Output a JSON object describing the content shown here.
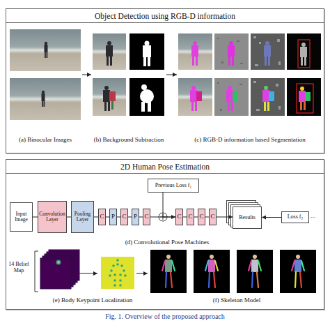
{
  "diagram": {
    "caption": "Fig. 1. Overview of the proposed approach",
    "nodes": [
      {
        "text": [
          "Object Detection using RGB-D information"
        ]
      },
      {
        "text": [
          "(a) Binocular Images"
        ],
        "in": 0
      },
      {
        "text": [
          "(b) Background Subtraction"
        ],
        "in": 0
      },
      {
        "text": [
          "(c) RGB-D information based Segmentation"
        ],
        "in": 0
      },
      {
        "text": [
          "2D Human Pose Estimation"
        ]
      },
      {
        "text": [
          "Input Image"
        ],
        "in": 4
      },
      {
        "text": [
          "Convolution Layer"
        ],
        "in": 4
      },
      {
        "text": [
          "Pooling Layer"
        ],
        "in": 4
      },
      {
        "text": [
          "C"
        ],
        "in": 4
      },
      {
        "text": [
          "P"
        ],
        "in": 4
      },
      {
        "text": [
          "C"
        ],
        "in": 4
      },
      {
        "text": [
          "P"
        ],
        "in": 4
      },
      {
        "text": [
          "C"
        ],
        "in": 4
      },
      {
        "text": [
          "Previous Loss f₁"
        ],
        "in": 4
      },
      {
        "text": [
          "C"
        ],
        "in": 4
      },
      {
        "text": [
          "C"
        ],
        "in": 4
      },
      {
        "text": [
          "C"
        ],
        "in": 4
      },
      {
        "text": [
          "C"
        ],
        "in": 4
      },
      {
        "text": [
          "Results"
        ],
        "in": 4
      },
      {
        "text": [
          "Loss f₂"
        ],
        "in": 4
      }
    ],
    "edges": [
      {
        "from": 1,
        "to": 2,
        "arrow": "to"
      },
      {
        "from": 2,
        "to": 3,
        "arrow": "to"
      },
      {
        "from": 5,
        "to": 6,
        "arrow": "none"
      },
      {
        "from": 6,
        "to": 7,
        "arrow": "none"
      },
      {
        "from": 7,
        "to": 8,
        "arrow": "none"
      },
      {
        "from": 8,
        "to": 9,
        "arrow": "none"
      },
      {
        "from": 9,
        "to": 10,
        "arrow": "none"
      },
      {
        "from": 10,
        "to": 11,
        "arrow": "none"
      },
      {
        "from": 11,
        "to": 12,
        "arrow": "none"
      },
      {
        "from": 12,
        "to": 14,
        "arrow": "none"
      },
      {
        "from": 13,
        "to": 14,
        "arrow": "to"
      },
      {
        "from": 14,
        "to": 15,
        "arrow": "none"
      },
      {
        "from": 15,
        "to": 16,
        "arrow": "none"
      },
      {
        "from": 16,
        "to": 17,
        "arrow": "none"
      },
      {
        "from": 17,
        "to": 18,
        "arrow": "to"
      },
      {
        "from": 19,
        "to": 18,
        "arrow": "to"
      }
    ],
    "labels": [
      "...",
      "(d) Convolutional Pose Machines",
      "14 Belief Map",
      "(e) Body Keypoint Localization",
      "(f) Skeleton Model"
    ]
  }
}
